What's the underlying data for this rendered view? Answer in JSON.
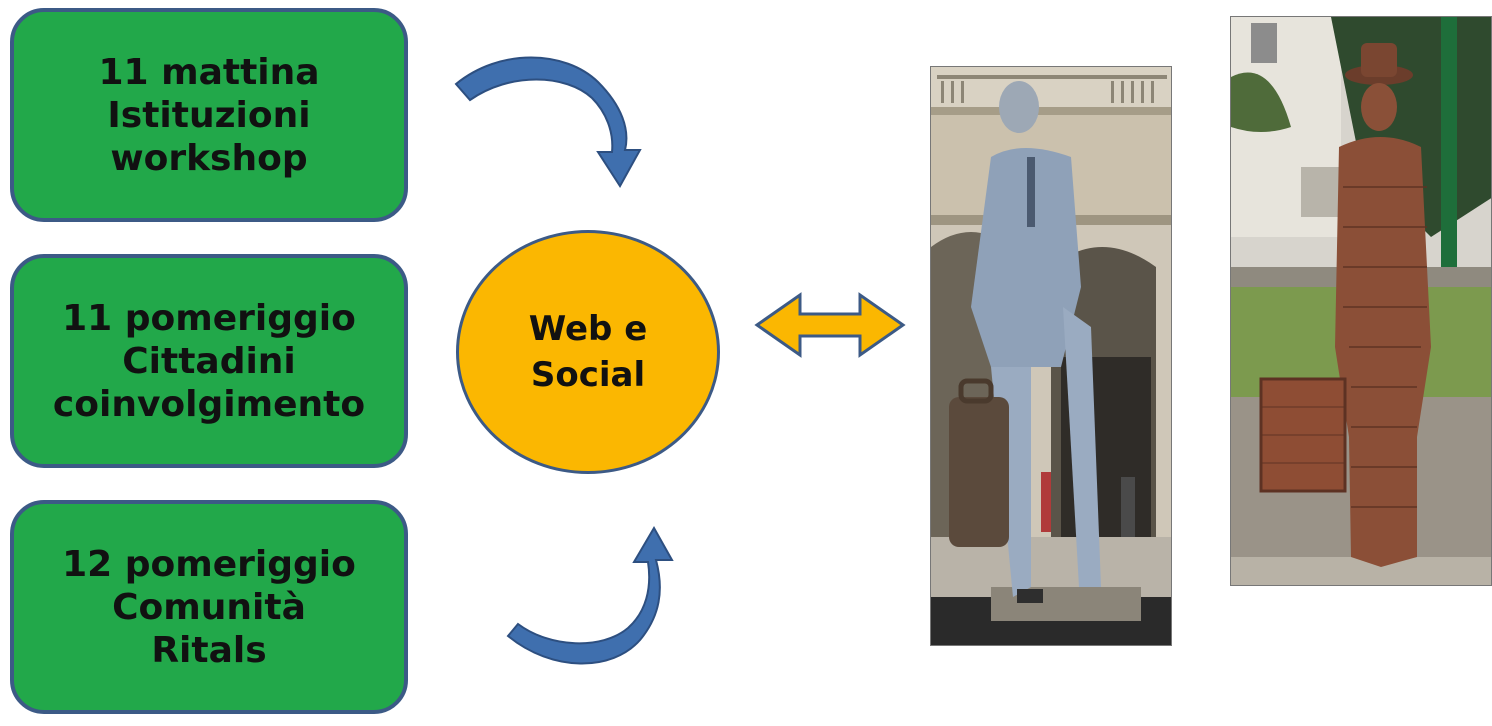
{
  "colors": {
    "box_fill": "#22a84a",
    "box_border": "#3c5a86",
    "circle_fill": "#fbb701",
    "arrow_blue": "#3f6fae",
    "arrow_gold": "#fbb701"
  },
  "boxes": [
    {
      "lines": [
        "11 mattina",
        "Istituzioni",
        "workshop"
      ]
    },
    {
      "lines": [
        "11 pomeriggio",
        "Cittadini",
        "coinvolgimento"
      ]
    },
    {
      "lines": [
        "12 pomeriggio",
        "Comunità",
        "Ritals"
      ]
    }
  ],
  "hub": {
    "lines": [
      "Web e",
      "Social"
    ]
  },
  "icons": {
    "curved_arrow_top": "curved-arrow-down-icon",
    "curved_arrow_bottom": "curved-arrow-up-icon",
    "double_arrow": "double-arrow-icon"
  }
}
